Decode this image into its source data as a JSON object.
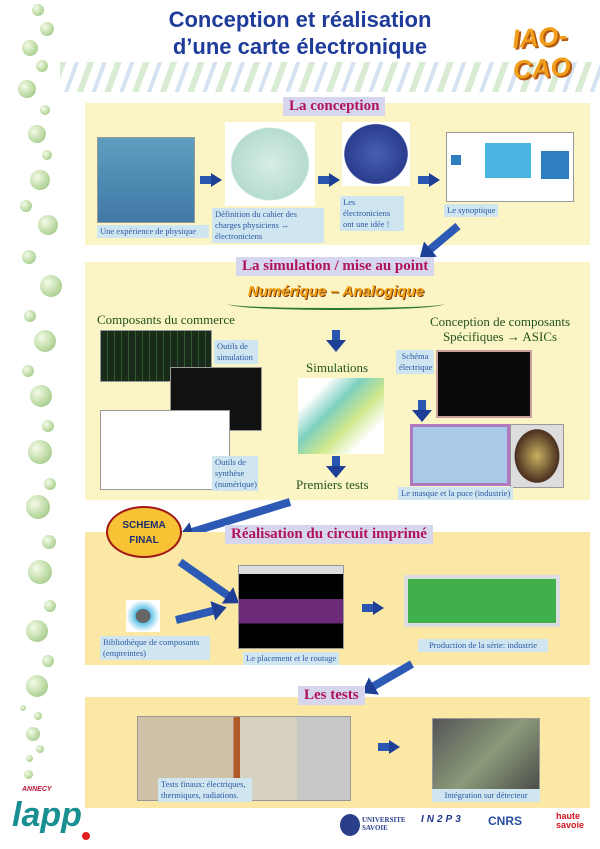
{
  "header": {
    "title_line1": "Conception et réalisation",
    "title_line2": "d’une carte électronique",
    "logo": "IAO-CAO"
  },
  "conception": {
    "title": "La conception",
    "captions": [
      "Une expérience de physique",
      "Définition du cahier des charges physiciens ↔ électroniciens",
      "Les électroniciens ont une idée !",
      "Le synoptique"
    ]
  },
  "simulation": {
    "title": "La simulation / mise au point",
    "banner": "Numérique – Analogique",
    "left_heading": "Composants du commerce",
    "right_heading_1": "Conception de composants",
    "right_heading_2": "Spécifiques → ASICs",
    "center_1": "Simulations",
    "center_2": "Premiers tests",
    "captions": {
      "sim_tools": "Outils de simulation",
      "synth_tools": "Outils de synthèse (numérique)",
      "schematic": "Schéma électrique",
      "mask": "Le masque et la puce (industrie)"
    }
  },
  "schema_final": {
    "line1": "SCHEMA",
    "line2": "FINAL"
  },
  "pcb": {
    "title": "Réalisation du circuit imprimé",
    "captions": [
      "Bibliothèque de composants (empreintes)",
      "Le placement et le routage",
      "Production de la série: industrie"
    ]
  },
  "tests": {
    "title": "Les tests",
    "captions": [
      "Tests finaux: électriques, thermiques, radiations.",
      "Intégration sur détecteur"
    ]
  },
  "footer": {
    "lapp_city": "ANNECY",
    "lapp": "lapp",
    "univ": "UNIVERSITE SAVOIE",
    "in2p3": "IN2P3",
    "cnrs": "CNRS",
    "haute_savoie": "haute savoie"
  }
}
